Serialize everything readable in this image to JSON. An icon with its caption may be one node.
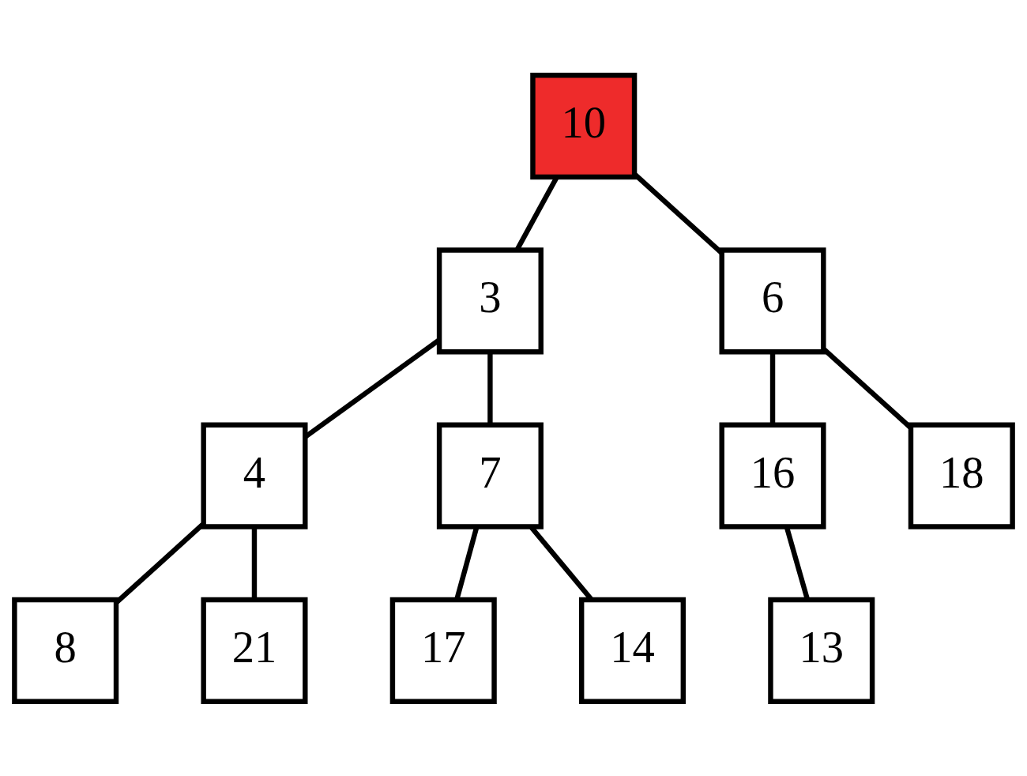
{
  "diagram": {
    "nodes": [
      {
        "text": [
          "10"
        ]
      },
      {
        "text": [
          "3"
        ]
      },
      {
        "text": [
          "6"
        ]
      },
      {
        "text": [
          "4"
        ]
      },
      {
        "text": [
          "7"
        ]
      },
      {
        "text": [
          "16"
        ]
      },
      {
        "text": [
          "18"
        ]
      },
      {
        "text": [
          "8"
        ]
      },
      {
        "text": [
          "21"
        ]
      },
      {
        "text": [
          "17"
        ]
      },
      {
        "text": [
          "14"
        ]
      },
      {
        "text": [
          "13"
        ]
      }
    ],
    "edges": [
      {
        "from": 0,
        "to": 1,
        "arrow": "none"
      },
      {
        "from": 0,
        "to": 2,
        "arrow": "none"
      },
      {
        "from": 1,
        "to": 3,
        "arrow": "none"
      },
      {
        "from": 1,
        "to": 4,
        "arrow": "none"
      },
      {
        "from": 2,
        "to": 5,
        "arrow": "none"
      },
      {
        "from": 2,
        "to": 6,
        "arrow": "none"
      },
      {
        "from": 3,
        "to": 7,
        "arrow": "none"
      },
      {
        "from": 3,
        "to": 8,
        "arrow": "none"
      },
      {
        "from": 4,
        "to": 9,
        "arrow": "none"
      },
      {
        "from": 4,
        "to": 10,
        "arrow": "none"
      },
      {
        "from": 5,
        "to": 11,
        "arrow": "none"
      }
    ]
  }
}
